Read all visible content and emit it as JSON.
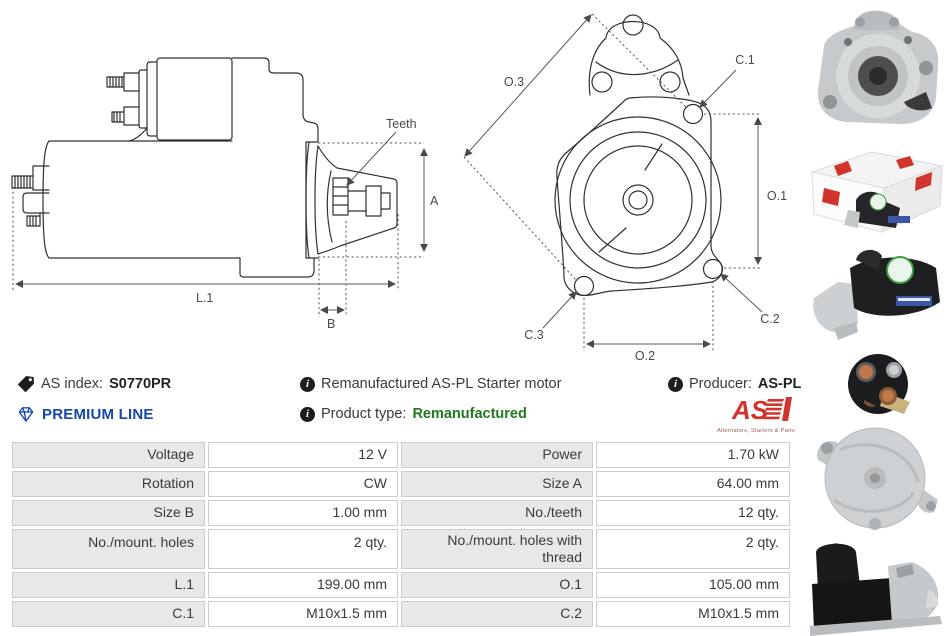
{
  "header": {
    "as_index": {
      "label": "AS index:",
      "value": "S0770PR"
    },
    "premium_line": "PREMIUM LINE",
    "description": "Remanufactured AS-PL Starter motor",
    "product_type": {
      "label": "Product type:",
      "value": "Remanufactured"
    },
    "producer": {
      "label": "Producer:",
      "value": "AS-PL"
    },
    "brand_logo": {
      "text": "AS",
      "tagline": "Alternators, Starters & Parts"
    }
  },
  "drawings": {
    "side_view": {
      "teeth": "Teeth",
      "a": "A",
      "l1": "L.1",
      "b": "B"
    },
    "front_view": {
      "o3": "O.3",
      "c1": "C.1",
      "o1": "O.1",
      "c2": "C.2",
      "c3": "C.3",
      "o2": "O.2"
    }
  },
  "photos": [
    "starter-front-casting",
    "packaging-box-with-starter",
    "starter-side-view",
    "solenoid-terminals",
    "rear-end-cap",
    "starter-angle-view"
  ],
  "colors": {
    "accent_blue": "#1646ad",
    "accent_green": "#1f7a1f",
    "brand_red": "#d0342c",
    "table_label_bg": "#e8e8e8",
    "table_border": "#cccccc"
  },
  "spec_table": {
    "rows": [
      {
        "label_left": "Voltage",
        "value_left": "12 V",
        "label_right": "Power",
        "value_right": "1.70 kW"
      },
      {
        "label_left": "Rotation",
        "value_left": "CW",
        "label_right": "Size A",
        "value_right": "64.00 mm"
      },
      {
        "label_left": "Size B",
        "value_left": "1.00 mm",
        "label_right": "No./teeth",
        "value_right": "12 qty."
      },
      {
        "label_left": "No./mount. holes",
        "value_left": "2 qty.",
        "label_right": "No./mount. holes with thread",
        "value_right": "2 qty."
      },
      {
        "label_left": "L.1",
        "value_left": "199.00 mm",
        "label_right": "O.1",
        "value_right": "105.00 mm"
      },
      {
        "label_left": "C.1",
        "value_left": "M10x1.5 mm",
        "label_right": "C.2",
        "value_right": "M10x1.5 mm"
      }
    ]
  }
}
